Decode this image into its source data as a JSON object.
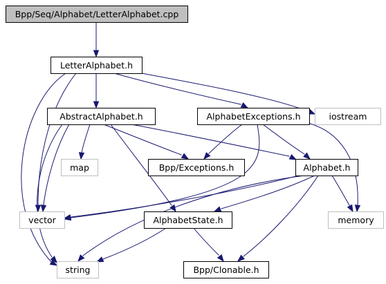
{
  "colors": {
    "edge": "#191970",
    "internal_border": "#000000",
    "external_border": "#bfbfbf",
    "root_fill": "#bfbfbf",
    "node_fill": "#ffffff"
  },
  "nodes": [
    {
      "id": "root",
      "label": "Bpp/Seq/Alphabet/LetterAlphabet.cpp",
      "kind": "root"
    },
    {
      "id": "letter",
      "label": "LetterAlphabet.h",
      "kind": "internal"
    },
    {
      "id": "abstract",
      "label": "AbstractAlphabet.h",
      "kind": "internal"
    },
    {
      "id": "alphexc",
      "label": "AlphabetExceptions.h",
      "kind": "internal"
    },
    {
      "id": "iostream",
      "label": "iostream",
      "kind": "external"
    },
    {
      "id": "map",
      "label": "map",
      "kind": "external"
    },
    {
      "id": "bppexc",
      "label": "Bpp/Exceptions.h",
      "kind": "internal"
    },
    {
      "id": "alphabet",
      "label": "Alphabet.h",
      "kind": "internal"
    },
    {
      "id": "vector",
      "label": "vector",
      "kind": "external"
    },
    {
      "id": "state",
      "label": "AlphabetState.h",
      "kind": "internal"
    },
    {
      "id": "memory",
      "label": "memory",
      "kind": "external"
    },
    {
      "id": "string",
      "label": "string",
      "kind": "external"
    },
    {
      "id": "clonable",
      "label": "Bpp/Clonable.h",
      "kind": "internal"
    }
  ],
  "edges": [
    {
      "from": "root",
      "to": "letter"
    },
    {
      "from": "letter",
      "to": "abstract"
    },
    {
      "from": "letter",
      "to": "alphexc"
    },
    {
      "from": "letter",
      "to": "iostream"
    },
    {
      "from": "letter",
      "to": "vector"
    },
    {
      "from": "letter",
      "to": "string"
    },
    {
      "from": "abstract",
      "to": "map"
    },
    {
      "from": "abstract",
      "to": "bppexc"
    },
    {
      "from": "abstract",
      "to": "alphabet"
    },
    {
      "from": "abstract",
      "to": "vector"
    },
    {
      "from": "abstract",
      "to": "string"
    },
    {
      "from": "abstract",
      "to": "state"
    },
    {
      "from": "alphexc",
      "to": "bppexc"
    },
    {
      "from": "alphexc",
      "to": "alphabet"
    },
    {
      "from": "alphexc",
      "to": "vector"
    },
    {
      "from": "alphexc",
      "to": "memory"
    },
    {
      "from": "alphabet",
      "to": "vector"
    },
    {
      "from": "alphabet",
      "to": "string"
    },
    {
      "from": "alphabet",
      "to": "state"
    },
    {
      "from": "alphabet",
      "to": "memory"
    },
    {
      "from": "alphabet",
      "to": "clonable"
    },
    {
      "from": "state",
      "to": "string"
    },
    {
      "from": "state",
      "to": "clonable"
    }
  ]
}
